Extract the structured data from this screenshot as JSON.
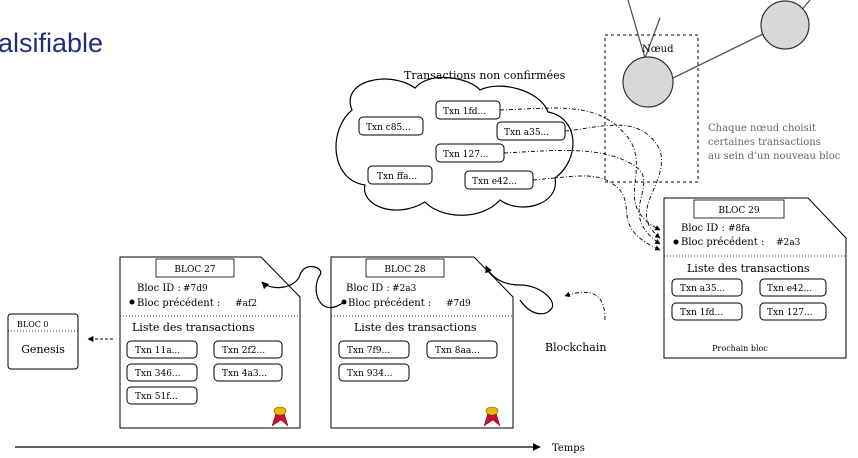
{
  "slide": {
    "title_fragment": "alsifiable",
    "title_color": "#1f2f7a"
  },
  "node": {
    "label": "Nœud",
    "annotation_lines": [
      "Chaque nœud choisit",
      "certaines transactions",
      "au sein d’un nouveau bloc"
    ],
    "fill": "#d8d8d8"
  },
  "pool": {
    "title": "Transactions non confirmées",
    "txns": [
      "Txn c85...",
      "Txn 1fd...",
      "Txn a35...",
      "Txn 127...",
      "Txn ffa...",
      "Txn e42..."
    ]
  },
  "block29": {
    "header": "BLOC 29",
    "id_label": "Bloc ID :",
    "id_value": "#8fa",
    "prev_label": "Bloc précédent :",
    "prev_value": "#2a3",
    "list_title": "Liste des transactions",
    "txns": [
      "Txn a35...",
      "Txn e42...",
      "Txn 1fd...",
      "Txn 127..."
    ],
    "footer": "Prochain bloc"
  },
  "block27": {
    "header": "BLOC 27",
    "id_label": "Bloc ID :",
    "id_value": "#7d9",
    "prev_label": "Bloc précédent :",
    "prev_value": "#af2",
    "list_title": "Liste des transactions",
    "txns": [
      "Txn 11a...",
      "Txn 2f2...",
      "Txn 346...",
      "Txn 4a3...",
      "Txn 51f..."
    ]
  },
  "block28": {
    "header": "BLOC 28",
    "id_label": "Bloc ID :",
    "id_value": "#2a3",
    "prev_label": "Bloc précédent :",
    "prev_value": "#7d9",
    "list_title": "Liste des transactions",
    "txns": [
      "Txn 7f9...",
      "Txn 8aa...",
      "Txn 934..."
    ]
  },
  "block0": {
    "header": "BLOC 0",
    "body": "Genesis"
  },
  "labels": {
    "blockchain": "Blockchain",
    "time_axis": "Temps"
  },
  "colors": {
    "seal_red": "#c8102e",
    "seal_gold": "#e8b800",
    "stroke": "#000000",
    "annotation": "#666666"
  }
}
